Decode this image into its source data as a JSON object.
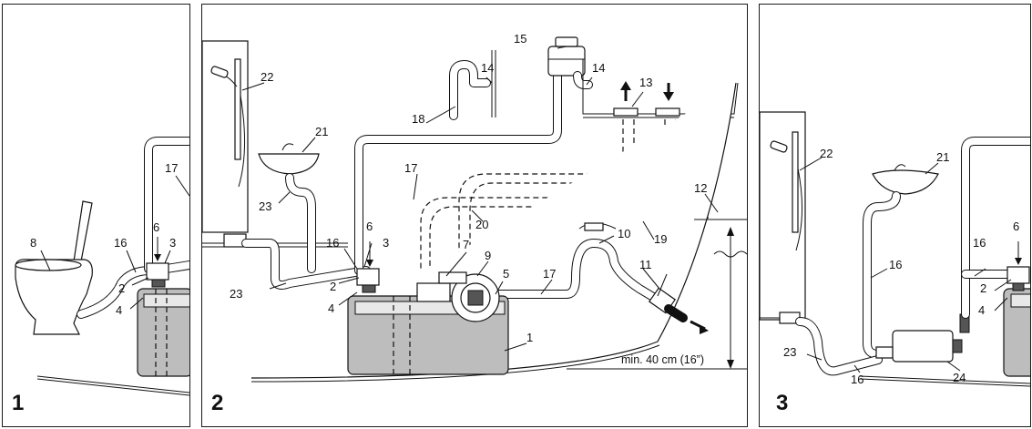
{
  "panels": [
    {
      "number": "1",
      "labels": [
        "8",
        "16",
        "6",
        "3",
        "2",
        "4",
        "17"
      ]
    },
    {
      "number": "2",
      "labels": [
        "15",
        "14",
        "14",
        "13",
        "22",
        "18",
        "21",
        "17",
        "23",
        "6",
        "16",
        "3",
        "2",
        "4",
        "7",
        "9",
        "5",
        "17",
        "20",
        "10",
        "11",
        "12",
        "19",
        "1",
        "23"
      ]
    },
    {
      "number": "3",
      "labels": [
        "22",
        "21",
        "16",
        "16",
        "6",
        "2",
        "4",
        "23",
        "16",
        "24"
      ]
    }
  ],
  "dimension_label": "min. 40 cm (16”)"
}
